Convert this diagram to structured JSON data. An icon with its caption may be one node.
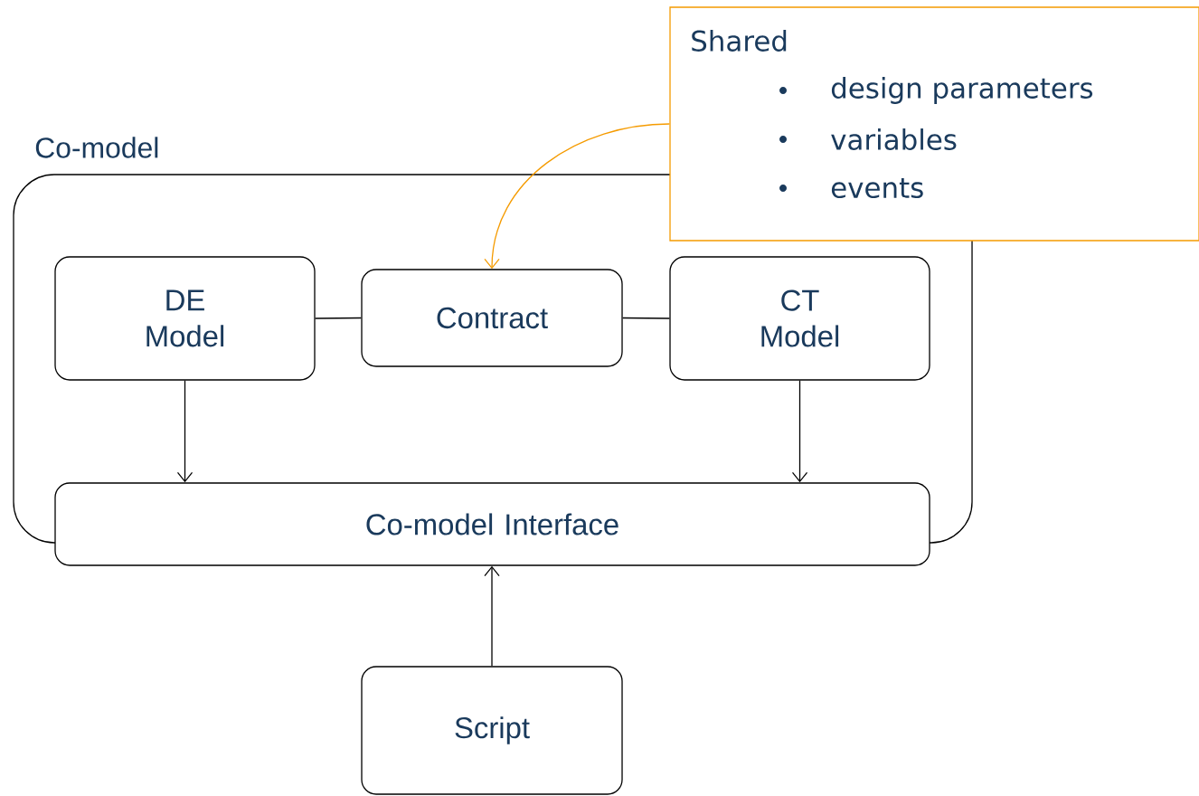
{
  "diagram": {
    "nodes": [
      {
        "text": [
          "Co-model"
        ]
      },
      {
        "text": [
          "DE Model"
        ],
        "in": 0
      },
      {
        "text": [
          "Contract"
        ],
        "in": 0
      },
      {
        "text": [
          "CT Model"
        ],
        "in": 0
      },
      {
        "text": [
          "Co-model Interface"
        ]
      },
      {
        "text": [
          "Script"
        ]
      },
      {
        "text": [
          "Shared",
          "design parameters",
          "variables",
          "events"
        ]
      }
    ],
    "edges": [
      {
        "from": 1,
        "to": 2,
        "arrow": "none"
      },
      {
        "from": 2,
        "to": 3,
        "arrow": "none"
      },
      {
        "from": 1,
        "to": 4,
        "arrow": "to"
      },
      {
        "from": 3,
        "to": 4,
        "arrow": "to"
      },
      {
        "from": 5,
        "to": 4,
        "arrow": "to"
      },
      {
        "from": 6,
        "to": 2,
        "arrow": "to",
        "color": "#f59b00"
      }
    ]
  }
}
